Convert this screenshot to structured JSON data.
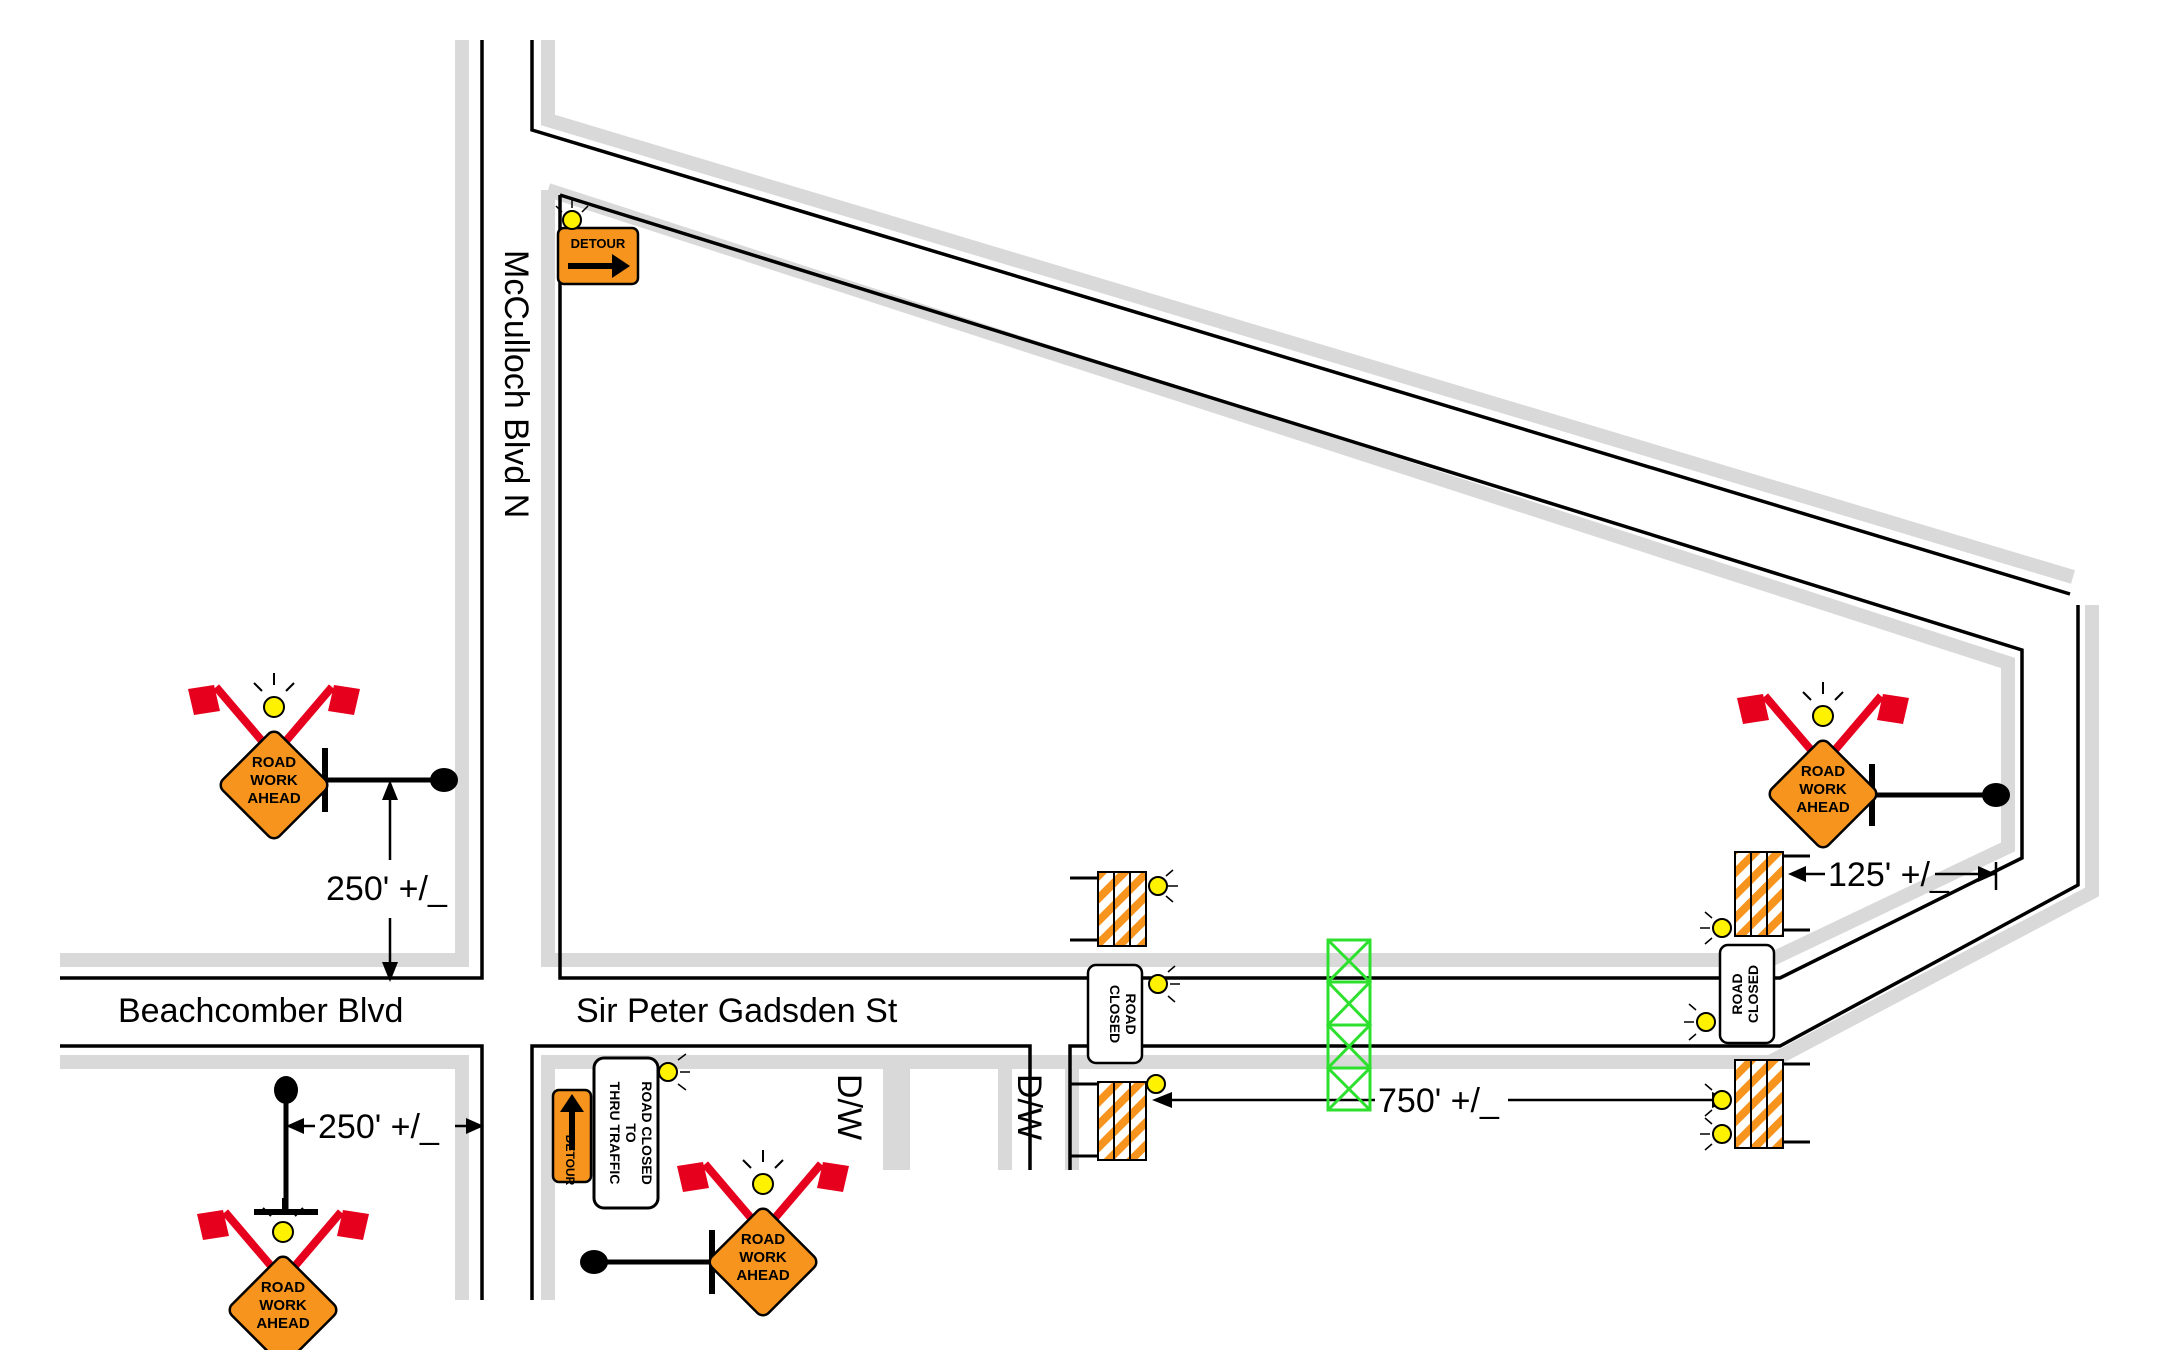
{
  "streets": {
    "mcculloch": "McCulloch Blvd N",
    "beachcomber": "Beachcomber Blvd",
    "sir_peter": "Sir Peter Gadsden St"
  },
  "driveways": [
    "D/W",
    "D/W"
  ],
  "dimensions": {
    "top_left": "250' +/_",
    "bottom_left": "250' +/_",
    "right": "125' +/_",
    "work_zone": "750' +/_"
  },
  "signs": {
    "road_work_ahead": [
      "ROAD",
      "WORK",
      "AHEAD"
    ],
    "detour": "DETOUR",
    "road_closed": [
      "ROAD",
      "CLOSED"
    ],
    "road_closed_thru": [
      "ROAD CLOSED",
      "TO",
      "THRU TRAFFIC"
    ]
  },
  "colors": {
    "sign_orange": "#F7941D",
    "flag_red": "#E6001E",
    "light_yellow": "#FFF200",
    "work_area_green": "#2EE02E",
    "road_gray": "#D9D9D9"
  }
}
